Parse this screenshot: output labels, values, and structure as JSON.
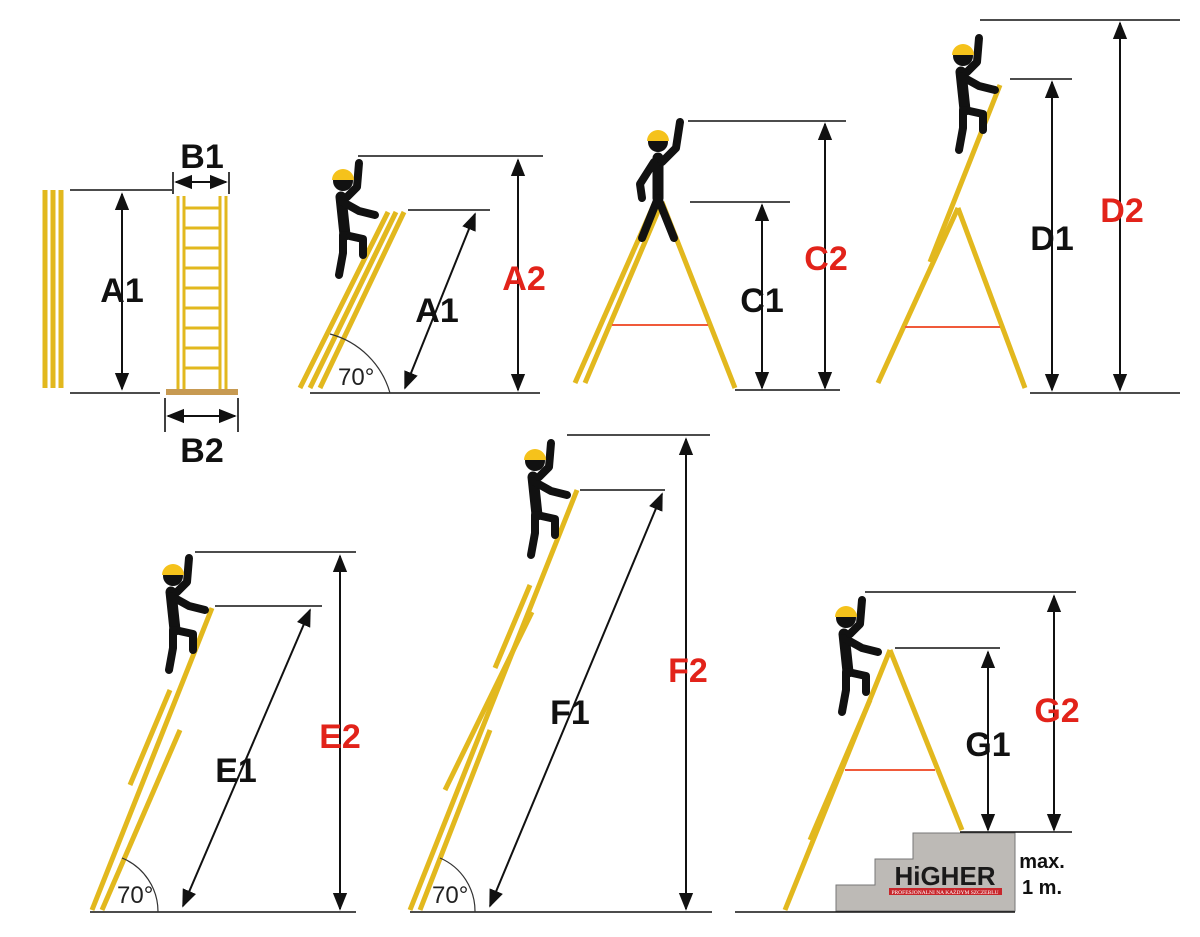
{
  "labels": {
    "a1": "A1",
    "a2": "A2",
    "b1": "B1",
    "b2": "B2",
    "c1": "C1",
    "c2": "C2",
    "d1": "D1",
    "d2": "D2",
    "e1": "E1",
    "e2": "E2",
    "f1": "F1",
    "f2": "F2",
    "g1": "G1",
    "g2": "G2"
  },
  "angle": "70°",
  "max_height_note": [
    "max.",
    "1 m."
  ],
  "logo": {
    "name": "HiGHER",
    "tagline": "PROFESJONALNI NA KAŻDYM SZCZEBLU"
  },
  "colors": {
    "ladder": "#e2b81e",
    "label_red": "#e2231a",
    "helmet": "#f5c21b",
    "step": "#bdbab6"
  }
}
